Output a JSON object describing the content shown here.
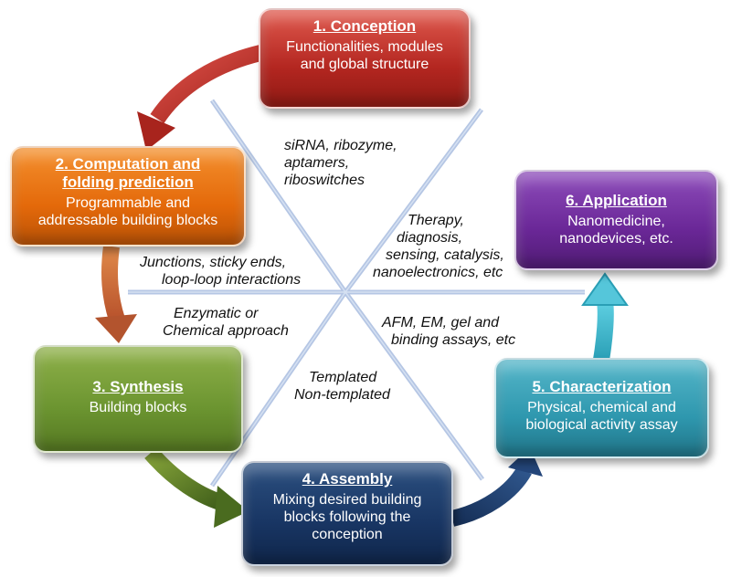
{
  "steps": [
    {
      "title": "1. Conception",
      "lines": [
        "Functionalities, modules",
        "and global structure"
      ],
      "color": "#b32620"
    },
    {
      "title_lines": [
        "2. Computation and",
        "folding prediction"
      ],
      "lines": [
        "Programmable and",
        "addressable building blocks"
      ],
      "color": "#e4690a"
    },
    {
      "title": "3. Synthesis",
      "lines": [
        "Building blocks"
      ],
      "color": "#6b9430"
    },
    {
      "title": "4. Assembly",
      "lines": [
        "Mixing desired building",
        "blocks following the",
        "conception"
      ],
      "color": "#183563"
    },
    {
      "title": "5. Characterization",
      "lines": [
        "Physical, chemical and",
        "biological activity assay"
      ],
      "color": "#2e97ae"
    },
    {
      "title": "6. Application",
      "lines": [
        "Nanomedicine,",
        "nanodevices, etc."
      ],
      "color": "#6a2797"
    }
  ],
  "spokes": {
    "top": [
      "siRNA, ribozyme,",
      "aptamers,",
      "riboswitches"
    ],
    "upper_left": [
      "Junctions, sticky ends,",
      "loop-loop interactions"
    ],
    "lower_left": [
      "Enzymatic or",
      "Chemical approach"
    ],
    "bottom": [
      "Templated",
      "Non-templated"
    ],
    "upper_right": [
      "Therapy,",
      "diagnosis,",
      "sensing, catalysis,",
      "nanoelectronics, etc"
    ],
    "lower_right": [
      "AFM, EM, gel and",
      "binding assays, etc"
    ]
  },
  "colors": {
    "spoke_line": "#9fb4d8",
    "arrow_red": "#c8322a",
    "arrow_orange": "#d6743a",
    "arrow_green": "#5e7f2c",
    "arrow_navy": "#1d3a66",
    "arrow_teal": "#2a9fb6"
  }
}
